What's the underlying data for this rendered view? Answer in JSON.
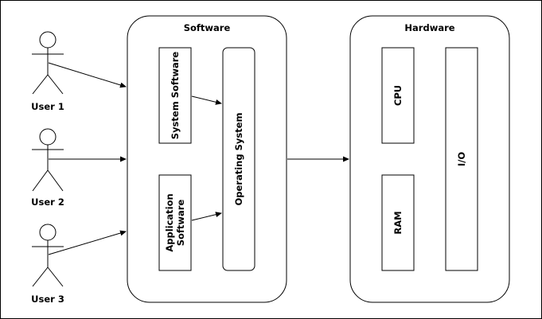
{
  "diagram": {
    "groups": {
      "software": "Software",
      "hardware": "Hardware"
    },
    "actors": [
      {
        "label": "User 1"
      },
      {
        "label": "User 2"
      },
      {
        "label": "User 3"
      }
    ],
    "software_boxes": {
      "system_software": "System Software",
      "application_software_line1": "Application",
      "application_software_line2": "Software",
      "operating_system": "Operating System"
    },
    "hardware_boxes": {
      "cpu": "CPU",
      "ram": "RAM",
      "io": "I/O"
    },
    "colors": {
      "stroke": "#000000",
      "background": "#ffffff"
    }
  }
}
